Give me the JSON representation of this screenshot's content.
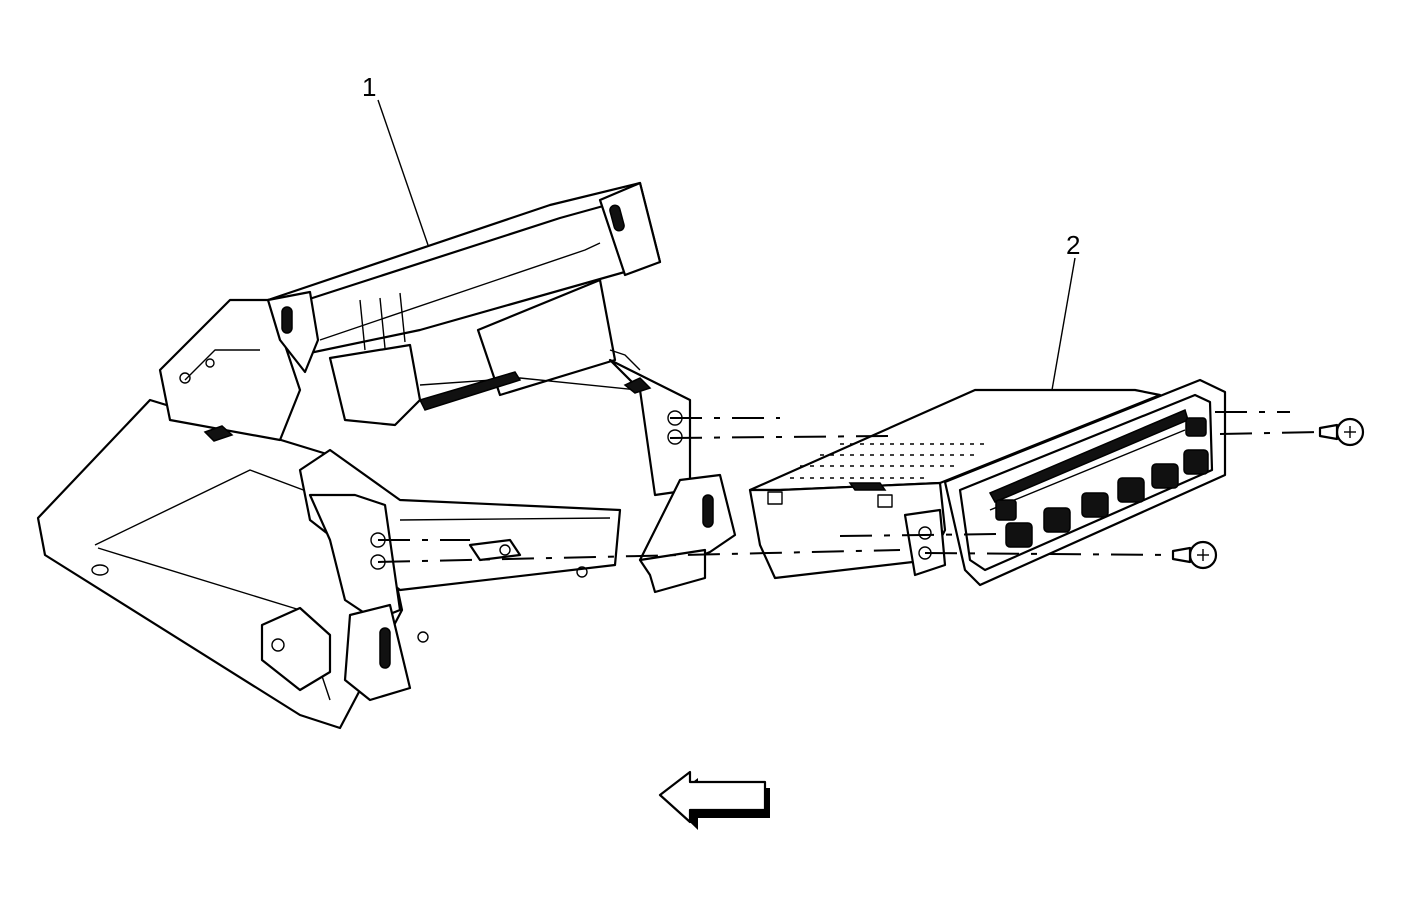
{
  "callouts": [
    {
      "id": "1",
      "text": "1"
    },
    {
      "id": "2",
      "text": "2"
    }
  ],
  "parts": [
    {
      "callout": "1",
      "icon": "mounting-bracket"
    },
    {
      "callout": "2",
      "icon": "radio-control-module"
    },
    {
      "callout": null,
      "icon": "screw"
    }
  ],
  "indicators": [
    {
      "icon": "direction-arrow-left"
    }
  ],
  "colors": {
    "line": "#000000",
    "background": "#ffffff"
  }
}
